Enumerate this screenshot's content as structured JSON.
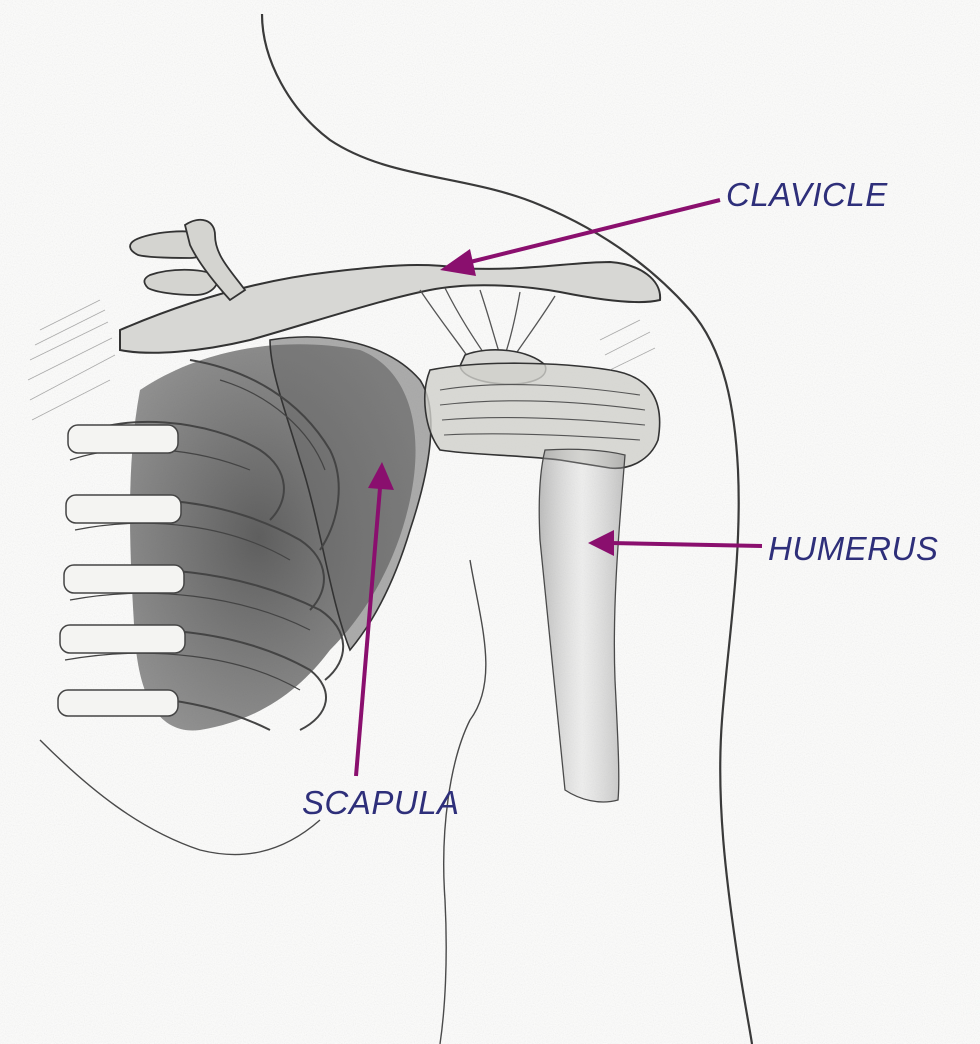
{
  "labels": {
    "clavicle": "CLAVICLE",
    "humerus": "HUMERUS",
    "scapula": "SCAPULA"
  },
  "colors": {
    "label_text": "#2e2f7a",
    "arrow": "#8a0f6e",
    "pencil": "#3a3a3a",
    "shading": "#4a4a4a"
  }
}
